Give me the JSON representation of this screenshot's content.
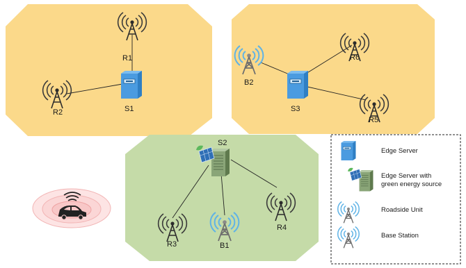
{
  "colors": {
    "zone_yellow": "#fbd98a",
    "zone_green": "#c5dba8",
    "server_blue": "#3d8fd4",
    "green_server": "#7d9a6a",
    "tower_dark": "#2b2b2b",
    "signal_blue": "#5fb3e6",
    "signal_red": "#f2b4b4",
    "car": "#222222"
  },
  "nodes": {
    "S1": "S1",
    "S2": "S2",
    "S3": "S3",
    "R1": "R1",
    "R2": "R2",
    "R3": "R3",
    "R4": "R4",
    "R5": "R5",
    "R6": "R6",
    "B1": "B1",
    "B2": "B2"
  },
  "legend": {
    "edge_server": "Edge Server",
    "green_server_line1": "Edge Server with",
    "green_server_line2": "green energy source",
    "roadside_unit": "Roadside Unit",
    "base_station": "Base Station"
  },
  "icons": {
    "edge_server": "server-icon",
    "green_server": "solar-server-icon",
    "roadside_unit": "rsu-tower-icon",
    "base_station": "base-station-tower-icon",
    "vehicle": "car-icon"
  }
}
